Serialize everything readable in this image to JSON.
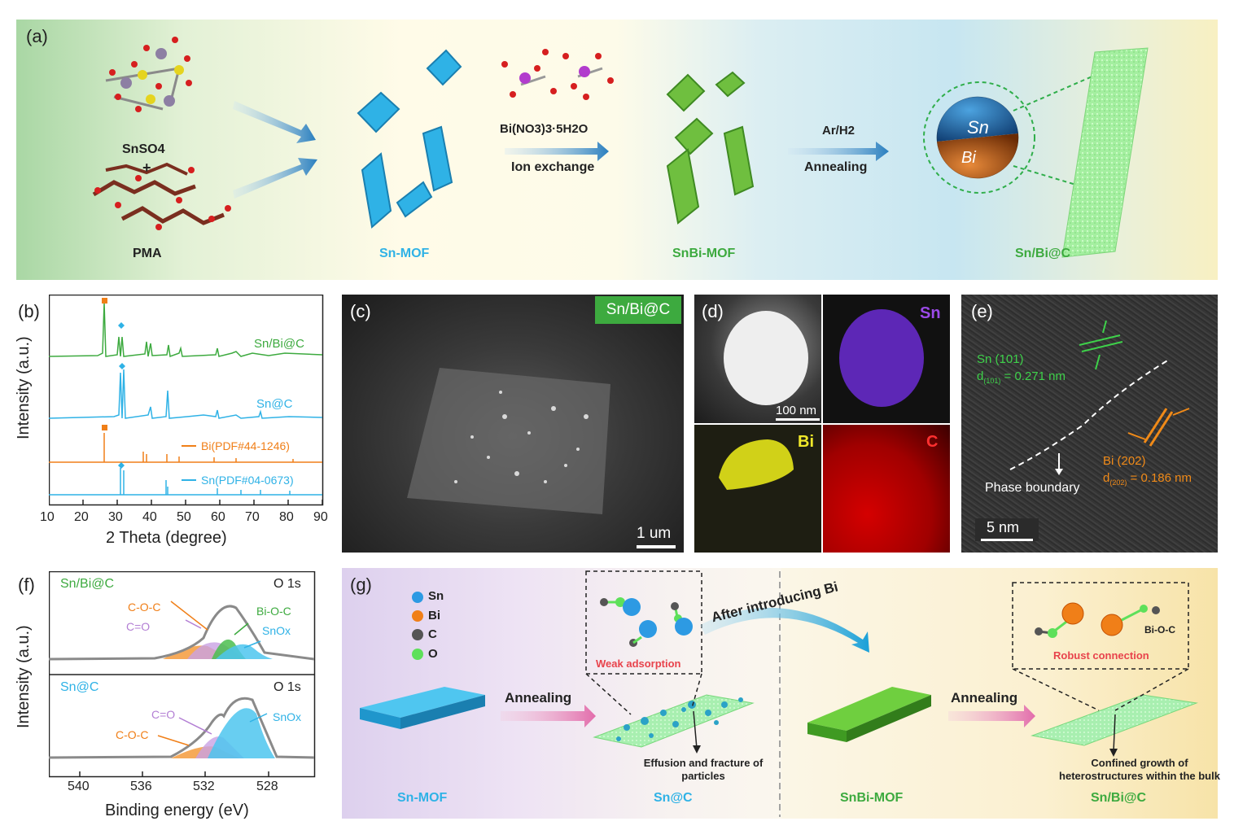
{
  "panel_a": {
    "label": "(a)",
    "reactant1": "SnSO4",
    "plus": "+",
    "reactant2": "PMA",
    "mof1": "Sn-MOF",
    "exchange_reagent": "Bi(NO3)3·5H2O",
    "exchange_step": "Ion exchange",
    "mof2": "SnBi-MOF",
    "gas": "Ar/H2",
    "anneal_step": "Annealing",
    "sphere_top": "Sn",
    "sphere_bottom": "Bi",
    "product": "Sn/Bi@C"
  },
  "panel_b": {
    "label": "(b)",
    "ylabel": "Intensity (a.u.)",
    "xlabel": "2 Theta (degree)",
    "xticks": [
      "10",
      "20",
      "30",
      "40",
      "50",
      "60",
      "70",
      "80",
      "90"
    ],
    "trace1": "Sn/Bi@C",
    "trace2": "Sn@C",
    "ref1": "Bi(PDF#44-1246)",
    "ref2": "Sn(PDF#04-0673)"
  },
  "panel_c": {
    "label": "(c)",
    "tag": "Sn/Bi@C",
    "scale": "1 um"
  },
  "panel_d": {
    "label": "(d)",
    "scale": "100 nm",
    "sn": "Sn",
    "bi": "Bi",
    "c": "C"
  },
  "panel_e": {
    "label": "(e)",
    "sn_plane": "Sn (101)",
    "sn_d_prefix": "d",
    "sn_d_sub": "(101)",
    "sn_d_value": " = 0.271 nm",
    "boundary": "Phase boundary",
    "bi_plane": "Bi (202)",
    "bi_d_prefix": "d",
    "bi_d_sub": "(202)",
    "bi_d_value": " = 0.186 nm",
    "scale": "5 nm"
  },
  "panel_f": {
    "label": "(f)",
    "ylabel": "Intensity (a.u.)",
    "xlabel": "Binding energy (eV)",
    "xticks": [
      "540",
      "536",
      "532",
      "528"
    ],
    "top_sample": "Sn/Bi@C",
    "top_region": "O 1s",
    "top_peaks": [
      "C-O-C",
      "C=O",
      "Bi-O-C",
      "SnOx"
    ],
    "bottom_sample": "Sn@C",
    "bottom_region": "O 1s",
    "bottom_peaks": [
      "C=O",
      "C-O-C",
      "SnOx"
    ]
  },
  "panel_g": {
    "label": "(g)",
    "legend": [
      "Sn",
      "Bi",
      "C",
      "O"
    ],
    "anneal1": "Annealing",
    "anneal2": "Annealing",
    "weak": "Weak adsorption",
    "transition": "After introducing Bi",
    "robust": "Robust connection",
    "bond": "Bi-O-C",
    "effusion": "Effusion and fracture of particles",
    "confined": "Confined growth of heterostructures within the bulk",
    "names": [
      "Sn-MOF",
      "Sn@C",
      "SnBi-MOF",
      "Sn/Bi@C"
    ]
  },
  "colors": {
    "blue": "#2fb2e6",
    "green": "#3daa3f",
    "orange": "#f07f18",
    "purple": "#b37fd4",
    "red": "#e8434c",
    "arrow_blue": "#2a7fbf",
    "arrow_pink": "#e26cab"
  }
}
